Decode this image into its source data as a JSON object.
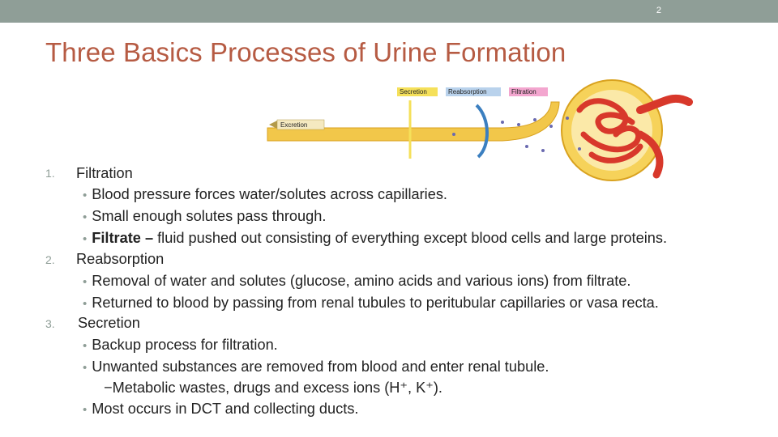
{
  "slide": {
    "number": "2",
    "title": "Three Basics Processes of Urine Formation"
  },
  "figure": {
    "labels": {
      "secretion": "Secretion",
      "reabsorption": "Reabsorption",
      "filtration": "Filtration",
      "excretion": "Excretion"
    },
    "colors": {
      "tubule": "#f2c74a",
      "capillary": "#d8382b",
      "secretion_label": "#f5e05a",
      "reabsorption_label": "#b9d2ec",
      "filtration_label": "#f3a6cf",
      "arrow_blue": "#3b7fc0"
    }
  },
  "list": [
    {
      "num": "1.",
      "heading": "Filtration",
      "items": [
        {
          "text": "Blood pressure forces water/solutes across capillaries."
        },
        {
          "text": "Small enough solutes pass through."
        },
        {
          "bold": "Filtrate –",
          "text": " fluid pushed out consisting of everything except blood cells and large proteins."
        }
      ]
    },
    {
      "num": "2.",
      "heading": "Reabsorption",
      "items": [
        {
          "text": "Removal of water and solutes (glucose, amino acids and various ions) from filtrate."
        },
        {
          "text": "Returned to blood by passing from renal tubules to peritubular capillaries or vasa recta."
        }
      ]
    },
    {
      "num": "3.",
      "heading": "Secretion",
      "items": [
        {
          "text": "Backup process for filtration."
        },
        {
          "text": "Unwanted substances are removed from blood and enter renal tubule."
        },
        {
          "sub": "−Metabolic wastes, drugs and excess ions (H⁺, K⁺)."
        },
        {
          "text": "Most occurs in DCT and collecting ducts."
        }
      ]
    }
  ],
  "bullet_symbol": "•",
  "theme": {
    "accent": "#8f9e97",
    "title_color": "#b65b43"
  }
}
